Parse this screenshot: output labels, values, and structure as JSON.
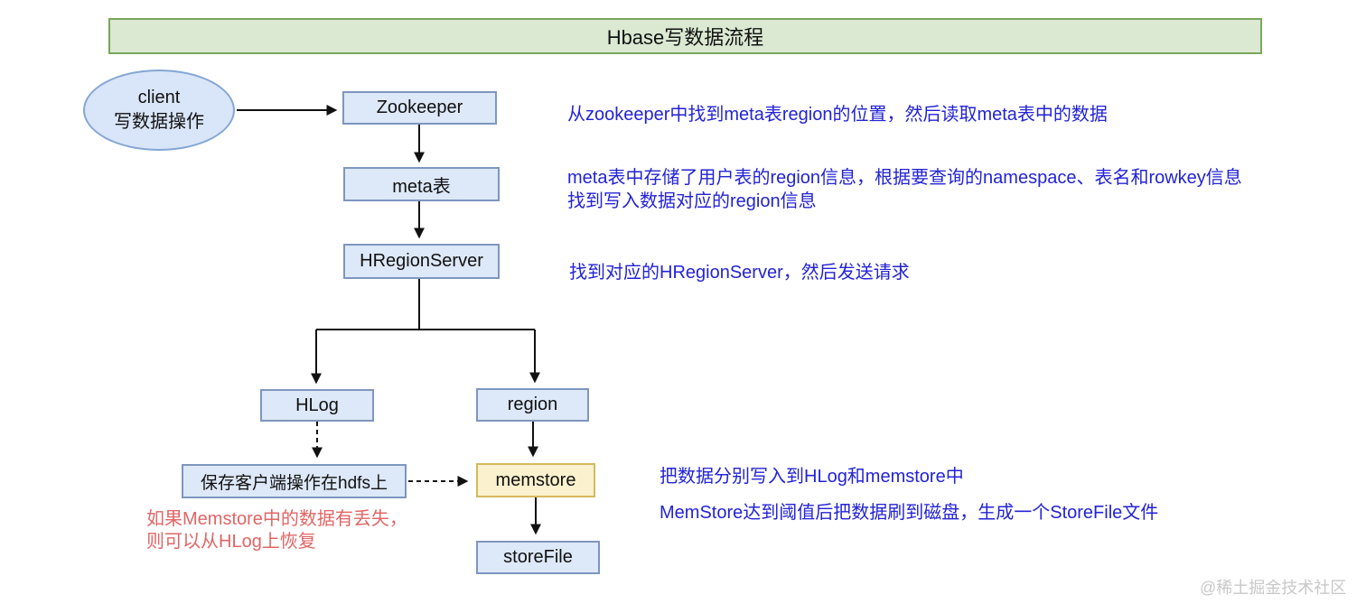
{
  "title": "Hbase写数据流程",
  "nodes": {
    "client": {
      "label_line1": "client",
      "label_line2": "写数据操作"
    },
    "zookeeper": {
      "label": "Zookeeper"
    },
    "meta_table": {
      "label": "meta表"
    },
    "hregionserver": {
      "label": "HRegionServer"
    },
    "hlog": {
      "label": "HLog"
    },
    "region": {
      "label": "region"
    },
    "hdfs_save": {
      "label": "保存客户端操作在hdfs上"
    },
    "memstore": {
      "label": "memstore"
    },
    "storefile": {
      "label": "storeFile"
    }
  },
  "annotations": {
    "step1": "从zookeeper中找到meta表region的位置，然后读取meta表中的数据",
    "step2_line1": "meta表中存储了用户表的region信息，根据要查询的namespace、表名和rowkey信息",
    "step2_line2": "找到写入数据对应的region信息",
    "step3": "找到对应的HRegionServer，然后发送请求",
    "step4": "把数据分别写入到HLog和memstore中",
    "step5": "MemStore达到阈值后把数据刷到磁盘，生成一个StoreFile文件",
    "recovery_line1": "如果Memstore中的数据有丢失，",
    "recovery_line2": "则可以从HLog上恢复"
  },
  "watermark": "@稀土掘金技术社区",
  "colors": {
    "title_fill": "#dbe9d2",
    "title_border": "#79a65c",
    "node_fill": "#dde8f8",
    "node_border": "#7e96be",
    "ellipse_fill": "#d9e5f8",
    "ellipse_border": "#84a7d4",
    "memstore_fill": "#fbf1ce",
    "memstore_border": "#d5b95e",
    "annotation_blue": "#2323d6",
    "note_red": "#e06666",
    "watermark_gray": "#c8c8c8",
    "arrow_black": "#111111"
  }
}
